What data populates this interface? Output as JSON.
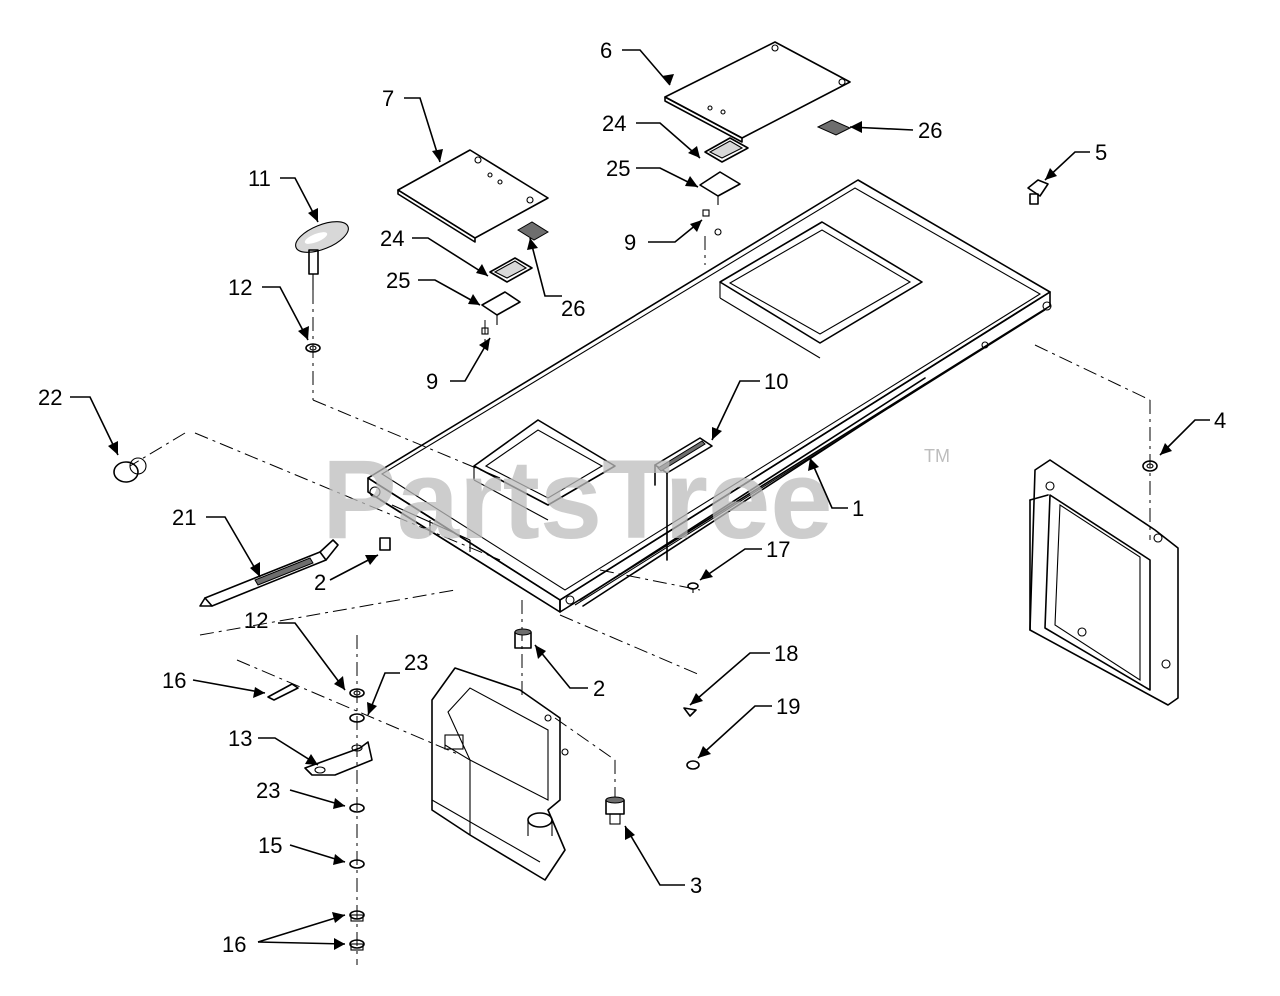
{
  "watermark": {
    "text": "PartsTree",
    "trademark": "TM"
  },
  "callouts": [
    {
      "id": "c6",
      "text": "6"
    },
    {
      "id": "c26a",
      "text": "26"
    },
    {
      "id": "c24a",
      "text": "24"
    },
    {
      "id": "c25a",
      "text": "25"
    },
    {
      "id": "c5",
      "text": "5"
    },
    {
      "id": "c7",
      "text": "7"
    },
    {
      "id": "c11",
      "text": "11"
    },
    {
      "id": "c9a",
      "text": "9"
    },
    {
      "id": "c24b",
      "text": "24"
    },
    {
      "id": "c25b",
      "text": "25"
    },
    {
      "id": "c26b",
      "text": "26"
    },
    {
      "id": "c12a",
      "text": "12"
    },
    {
      "id": "c9b",
      "text": "9"
    },
    {
      "id": "c10",
      "text": "10"
    },
    {
      "id": "c22",
      "text": "22"
    },
    {
      "id": "c4",
      "text": "4"
    },
    {
      "id": "c1",
      "text": "1"
    },
    {
      "id": "c21",
      "text": "21"
    },
    {
      "id": "c17",
      "text": "17"
    },
    {
      "id": "c2a",
      "text": "2"
    },
    {
      "id": "c12b",
      "text": "12"
    },
    {
      "id": "c18",
      "text": "18"
    },
    {
      "id": "c2b",
      "text": "2"
    },
    {
      "id": "c16a",
      "text": "16"
    },
    {
      "id": "c23a",
      "text": "23"
    },
    {
      "id": "c19",
      "text": "19"
    },
    {
      "id": "c13",
      "text": "13"
    },
    {
      "id": "c23b",
      "text": "23"
    },
    {
      "id": "c15",
      "text": "15"
    },
    {
      "id": "c3",
      "text": "3"
    },
    {
      "id": "c16b",
      "text": "16"
    }
  ]
}
